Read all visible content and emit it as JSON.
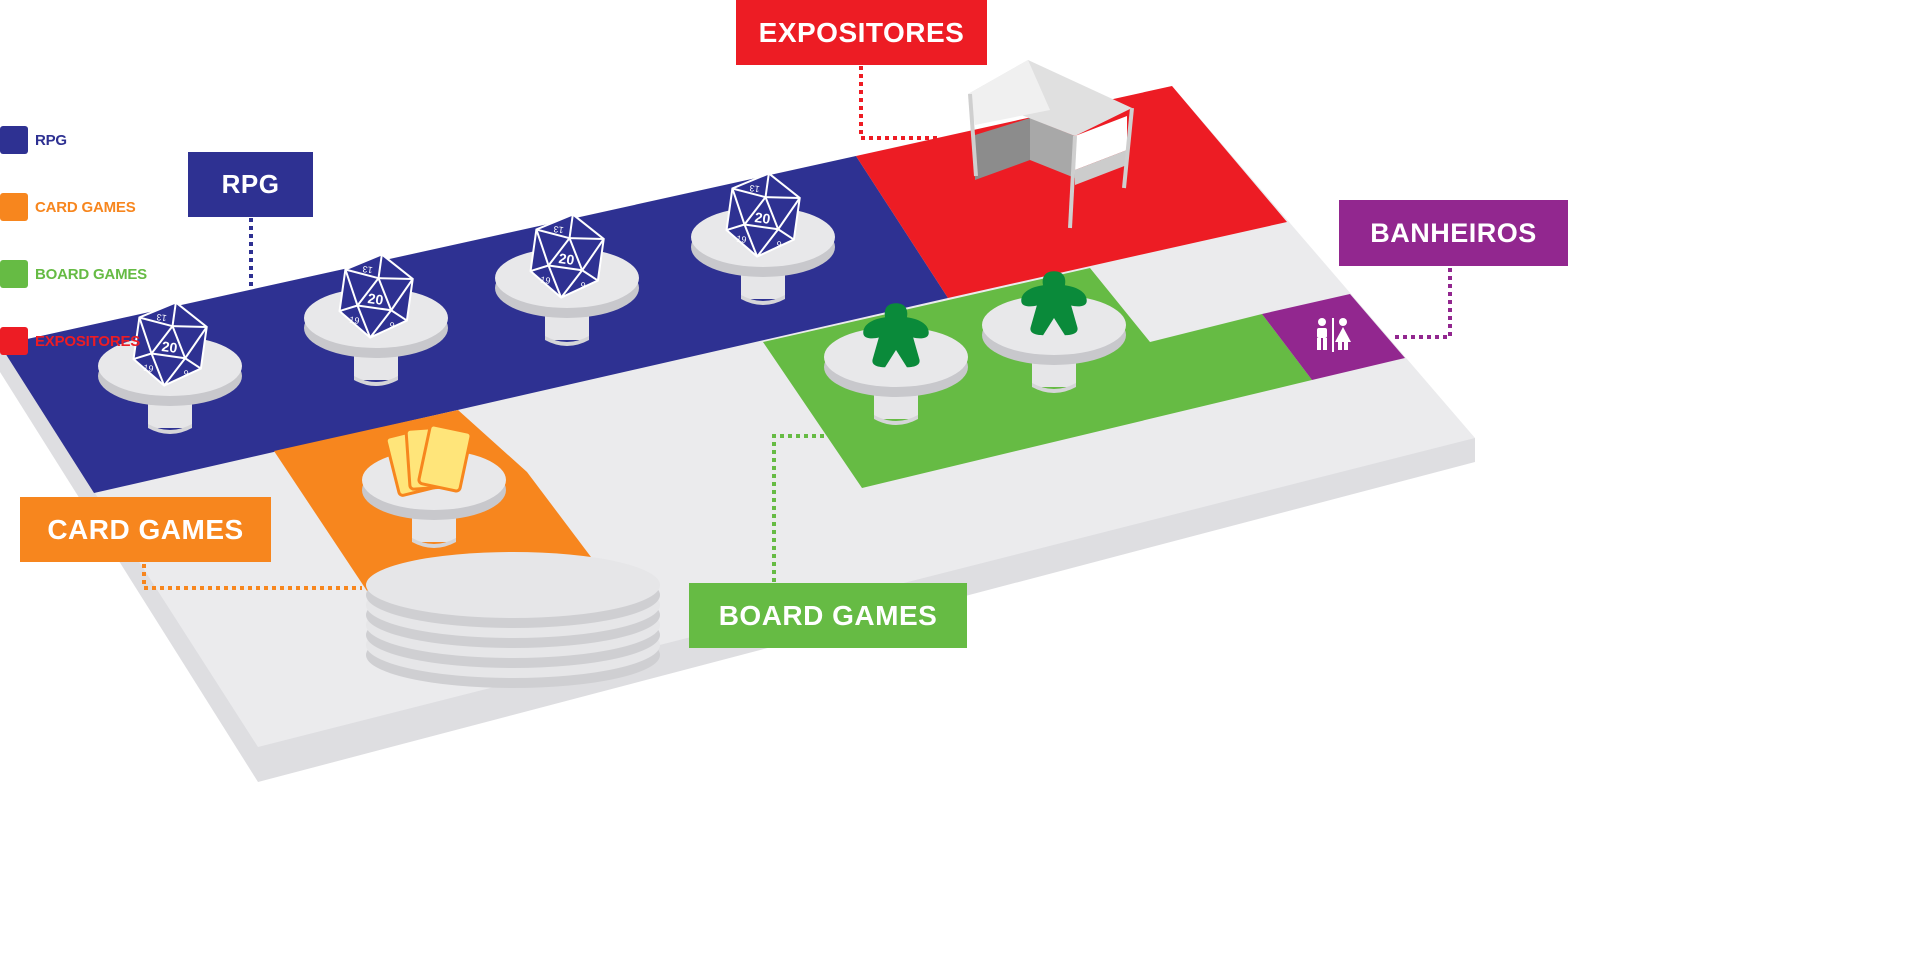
{
  "legend": [
    {
      "key": "rpg",
      "label": "RPG",
      "color": "#2e3192"
    },
    {
      "key": "card",
      "label": "CARD GAMES",
      "color": "#f7861e"
    },
    {
      "key": "board",
      "label": "BOARD GAMES",
      "color": "#66bb44"
    },
    {
      "key": "expo",
      "label": "EXPOSITORES",
      "color": "#ed1c24"
    }
  ],
  "zones": {
    "rpg": {
      "label": "RPG",
      "color": "#2e3192"
    },
    "card": {
      "label": "CARD GAMES",
      "color": "#f7861e"
    },
    "board": {
      "label": "BOARD GAMES",
      "color": "#66bb44"
    },
    "expo": {
      "label": "EXPOSITORES",
      "color": "#ed1c24"
    },
    "bath": {
      "label": "BANHEIROS",
      "color": "#92278f"
    }
  },
  "die_number": "20",
  "die_side_numbers": [
    "13",
    "19",
    "9"
  ],
  "floor_color": "#ebebed"
}
